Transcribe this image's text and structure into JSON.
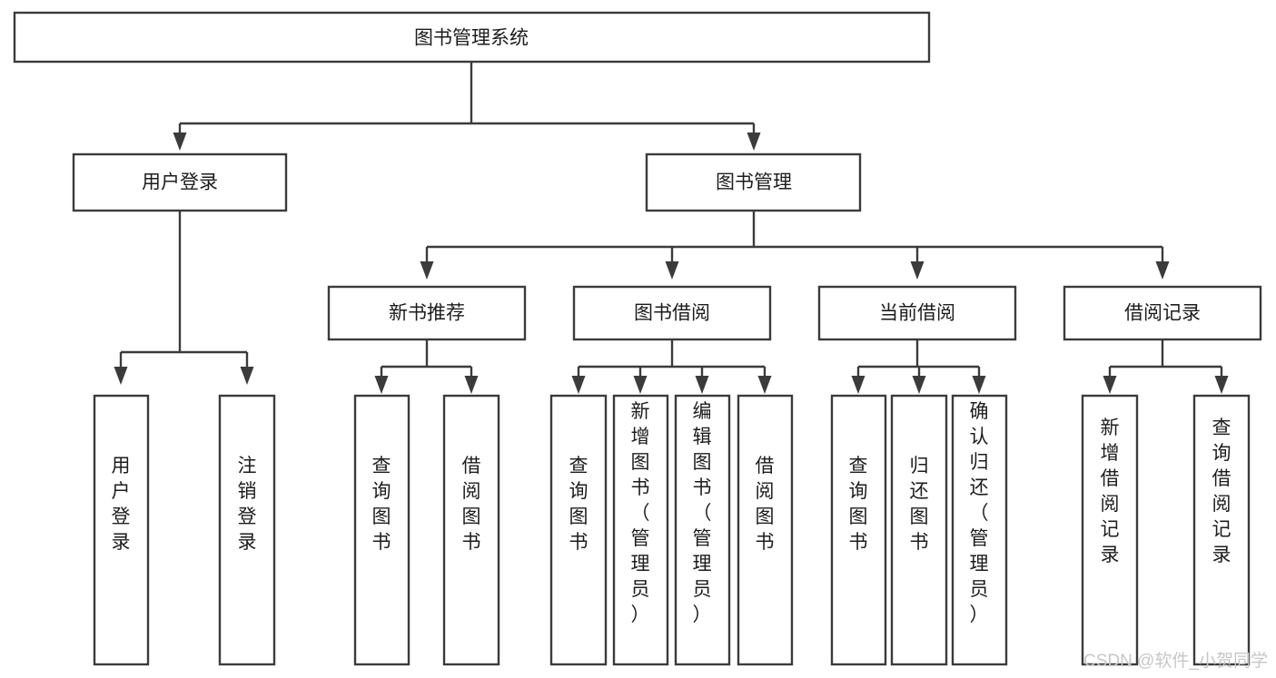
{
  "diagram": {
    "type": "tree-hierarchy",
    "title": "图书管理系统",
    "watermark": "CSDN @软件_小贺同学",
    "colors": {
      "stroke": "#3b3b3b",
      "fill": "#ffffff",
      "text": "#1c1c1c",
      "watermark": "#c7c7c7",
      "background": "#ffffff"
    },
    "nodes": {
      "root": {
        "label": "图书管理系统",
        "orientation": "horizontal"
      },
      "level2": [
        {
          "id": "user-login",
          "label": "用户登录",
          "orientation": "horizontal"
        },
        {
          "id": "book-management",
          "label": "图书管理",
          "orientation": "horizontal"
        }
      ],
      "level3": [
        {
          "id": "new-book-recommend",
          "label": "新书推荐",
          "orientation": "horizontal"
        },
        {
          "id": "book-borrow",
          "label": "图书借阅",
          "orientation": "horizontal"
        },
        {
          "id": "current-borrow",
          "label": "当前借阅",
          "orientation": "horizontal"
        },
        {
          "id": "borrow-record",
          "label": "借阅记录",
          "orientation": "horizontal"
        }
      ],
      "leaves": {
        "user-login": [
          {
            "id": "leaf-user-login",
            "label": "用户登录",
            "orientation": "vertical"
          },
          {
            "id": "leaf-logout",
            "label": "注销登录",
            "orientation": "vertical"
          }
        ],
        "new-book-recommend": [
          {
            "id": "leaf-query-book-1",
            "label": "查询图书",
            "orientation": "vertical"
          },
          {
            "id": "leaf-borrow-book-1",
            "label": "借阅图书",
            "orientation": "vertical"
          }
        ],
        "book-borrow": [
          {
            "id": "leaf-query-book-2",
            "label": "查询图书",
            "orientation": "vertical"
          },
          {
            "id": "leaf-add-book",
            "label": "新增图书（管理员）",
            "orientation": "vertical"
          },
          {
            "id": "leaf-edit-book",
            "label": "编辑图书（管理员）",
            "orientation": "vertical"
          },
          {
            "id": "leaf-borrow-book-2",
            "label": "借阅图书",
            "orientation": "vertical"
          }
        ],
        "current-borrow": [
          {
            "id": "leaf-query-book-3",
            "label": "查询图书",
            "orientation": "vertical"
          },
          {
            "id": "leaf-return-book",
            "label": "归还图书",
            "orientation": "vertical"
          },
          {
            "id": "leaf-confirm-return",
            "label": "确认归还（管理员）",
            "orientation": "vertical"
          }
        ],
        "borrow-record": [
          {
            "id": "leaf-add-record",
            "label": "新增借阅记录",
            "orientation": "vertical"
          },
          {
            "id": "leaf-query-record",
            "label": "查询借阅记录",
            "orientation": "vertical"
          }
        ]
      }
    }
  }
}
